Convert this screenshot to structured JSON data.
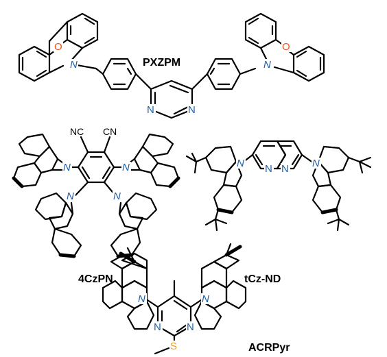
{
  "molecules": {
    "pxzpm": {
      "name": "PXZPM",
      "atoms": {
        "o_left": "O",
        "n_left": "N",
        "o_right": "O",
        "n_right": "N",
        "n_pym1": "N",
        "n_pym2": "N"
      }
    },
    "czpn": {
      "name": "4CzPN",
      "atoms": {
        "cn1": "NC",
        "cn2": "CN",
        "n1": "N",
        "n2": "N",
        "n3": "N",
        "n4": "N"
      }
    },
    "tczn": {
      "name": "tCz-ND",
      "atoms": {
        "n_cz_left": "N",
        "n_cz_right": "N",
        "n_nd1": "N",
        "n_nd2": "N"
      }
    },
    "acrpyr": {
      "name": "ACRPyr",
      "atoms": {
        "n_left": "N",
        "n_right": "N",
        "n_pym1": "N",
        "n_pym2": "N",
        "s": "S"
      }
    }
  }
}
